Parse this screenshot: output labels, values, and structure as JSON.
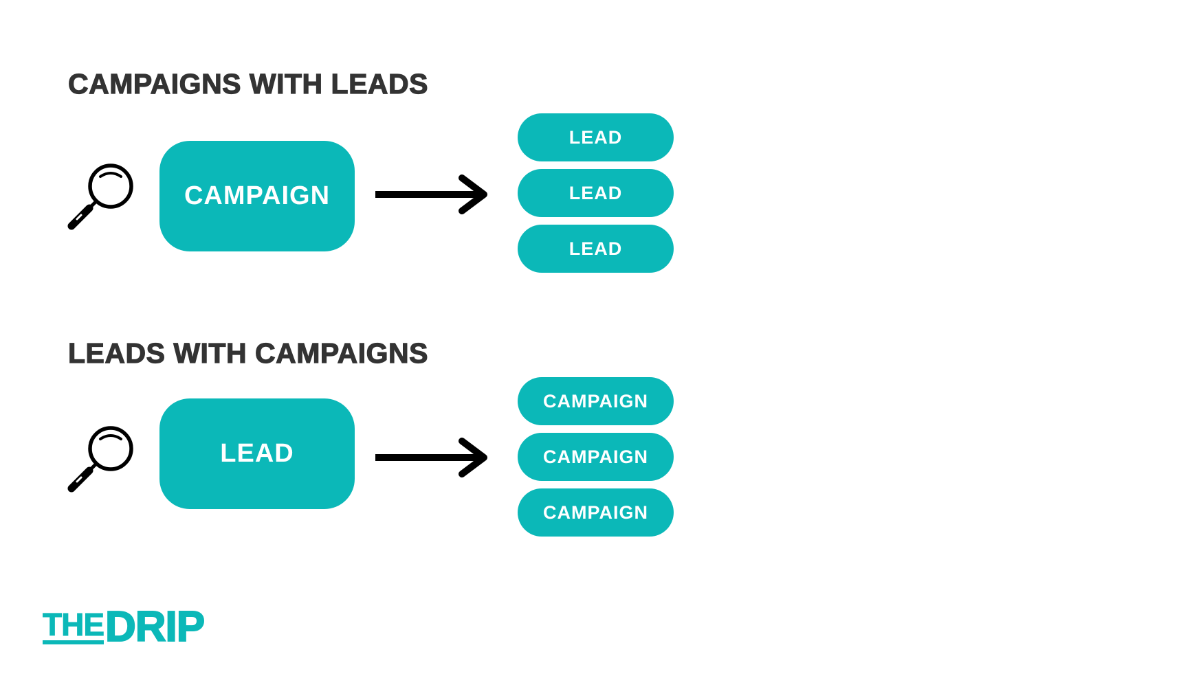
{
  "sections": [
    {
      "title": "CAMPAIGNS WITH LEADS",
      "source": "CAMPAIGN",
      "targets": [
        "LEAD",
        "LEAD",
        "LEAD"
      ]
    },
    {
      "title": "LEADS WITH CAMPAIGNS",
      "source": "LEAD",
      "targets": [
        "CAMPAIGN",
        "CAMPAIGN",
        "CAMPAIGN"
      ]
    }
  ],
  "logo": {
    "part1": "THE",
    "part2": "DRIP"
  },
  "colors": {
    "accent": "#0bb8b8",
    "heading": "#333333",
    "icon": "#000000"
  },
  "icons": {
    "search": "magnifying-glass-icon",
    "arrow": "arrow-right-icon"
  }
}
